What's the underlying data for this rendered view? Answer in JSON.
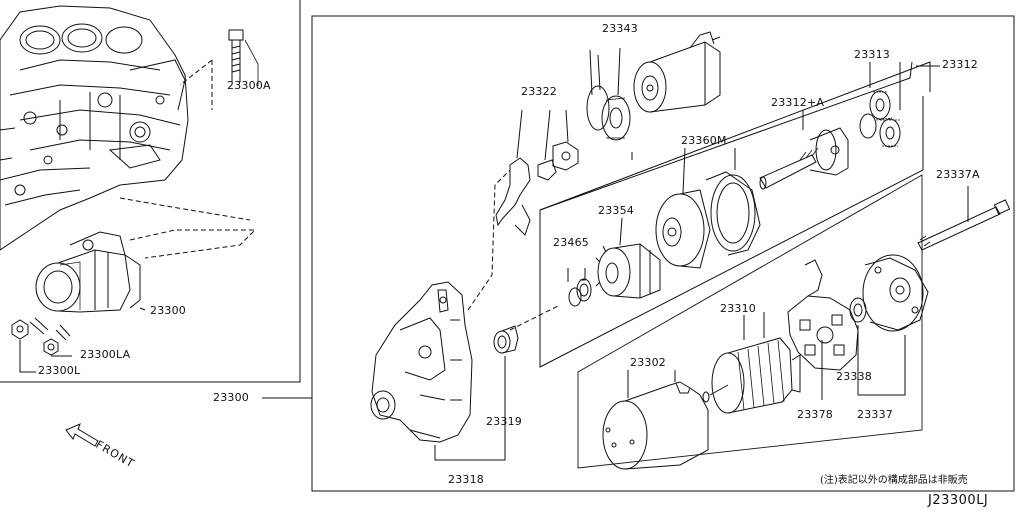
{
  "diagram": {
    "part_labels": {
      "p23343": "23343",
      "p23313": "23313",
      "p23312": "23312",
      "p23322": "23322",
      "p23312a": "23312+A",
      "p23360m": "23360M",
      "p23337a": "23337A",
      "p23354": "23354",
      "p23465": "23465",
      "p23310": "23310",
      "p23302": "23302",
      "p23338": "23338",
      "p23378": "23378",
      "p23337": "23337",
      "p23319": "23319",
      "p23318": "23318",
      "p23300a": "23300A",
      "p23300_engine": "23300",
      "p23300la": "23300LA",
      "p23300l": "23300L",
      "p23300_main": "23300"
    },
    "direction_label": "FRONT",
    "footnote": "(注)表記以外の構成部品は非販売",
    "diagram_code": "J23300LJ"
  }
}
